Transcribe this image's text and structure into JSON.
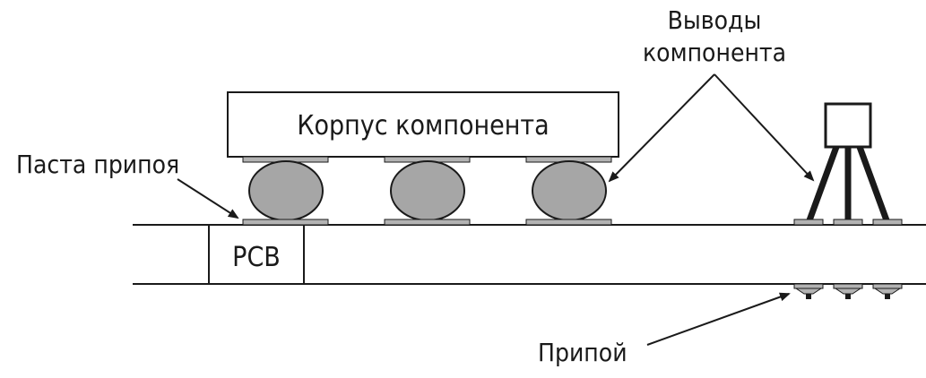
{
  "labels": {
    "body": "Корпус компонента",
    "pcb": "PCB",
    "paste": "Паста припоя",
    "leads_line1": "Выводы",
    "leads_line2": "компонента",
    "solder": "Припой"
  },
  "colors": {
    "line": "#1a1a1a",
    "ball_fill": "#a6a6a6",
    "pad_fill": "#b3b3b3",
    "background": "#ffffff"
  }
}
